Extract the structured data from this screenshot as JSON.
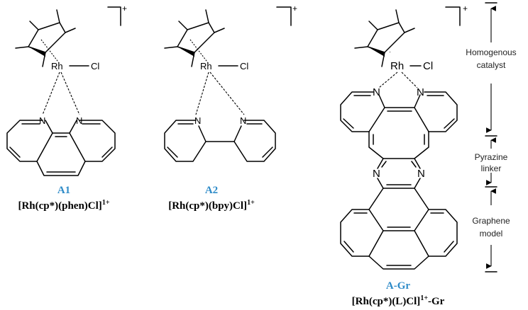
{
  "compounds": [
    {
      "id": "A1",
      "formula_main": "[Rh(cp*)(phen)Cl]",
      "formula_sup": "1+",
      "formula_tail": ""
    },
    {
      "id": "A2",
      "formula_main": "[Rh(cp*)(bpy)Cl]",
      "formula_sup": "1+",
      "formula_tail": ""
    },
    {
      "id": "A-Gr",
      "formula_main": "[Rh(cp*)(L)Cl]",
      "formula_sup": "1+",
      "formula_tail": "-Gr"
    }
  ],
  "atoms": {
    "rh": "Rh",
    "cl": "Cl",
    "n": "N"
  },
  "charge": "+",
  "segments": {
    "homogenous": [
      "Homogenous",
      "catalyst"
    ],
    "pyrazine": [
      "Pyrazine",
      "linker"
    ],
    "graphene": [
      "Graphene",
      "model"
    ]
  },
  "colors": {
    "compound_label": "#2e8bc8",
    "ink": "#000000"
  }
}
